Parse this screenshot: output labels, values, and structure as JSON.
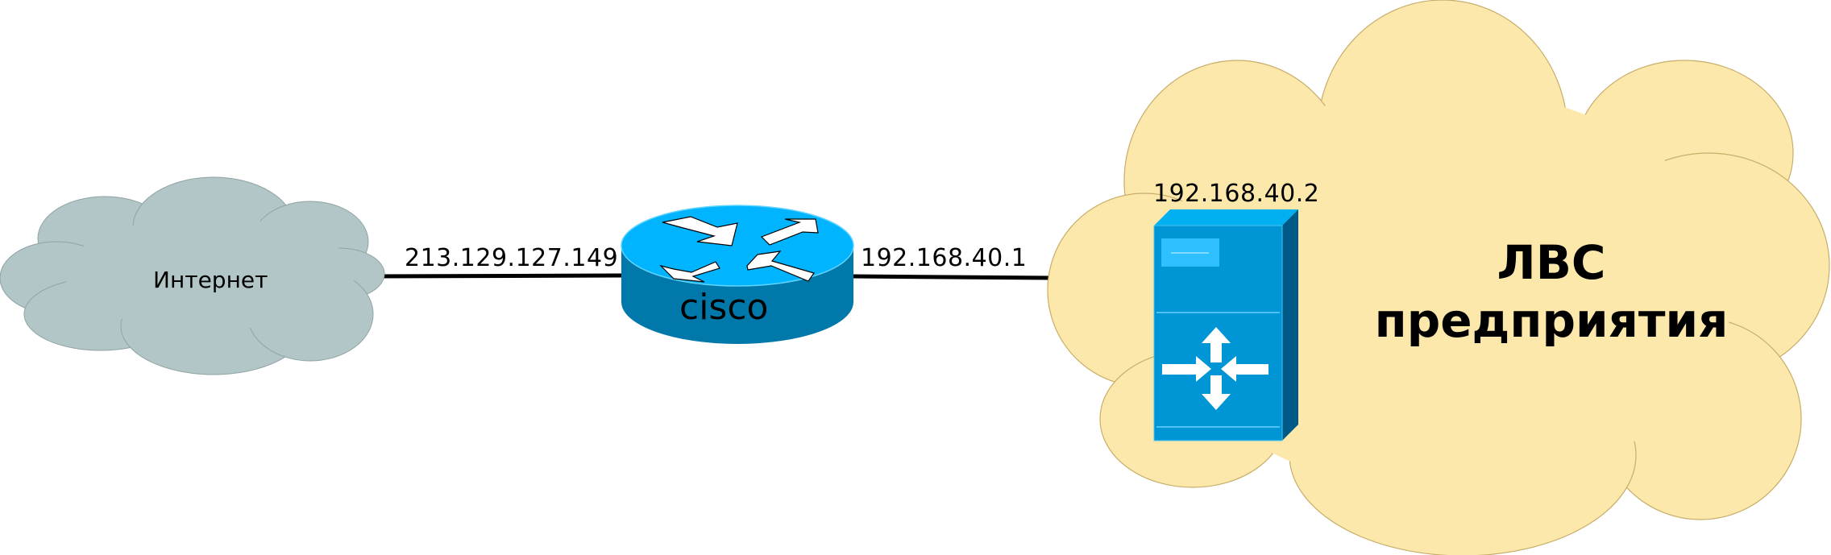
{
  "diagram": {
    "title": "Network topology: Internet to enterprise LAN",
    "nodes": {
      "internet": {
        "label": "Интернет",
        "icon": "cloud-icon",
        "fill": "#b3c6c7"
      },
      "router": {
        "label": "cisco",
        "icon": "router-icon",
        "top_color": "#00b4ff",
        "side_color": "#0079aa"
      },
      "lan": {
        "label_line1": "ЛВС",
        "label_line2": "предприятия",
        "icon": "cloud-icon",
        "fill": "#fde8ab"
      },
      "switch": {
        "icon": "layer3-switch-icon",
        "ip": "192.168.40.2",
        "front_color": "#0095d4",
        "top_color": "#00b0f0",
        "side_color": "#005a87"
      }
    },
    "links": [
      {
        "from": "internet",
        "to": "router",
        "label": "213.129.127.149"
      },
      {
        "from": "router",
        "to": "lan",
        "label": "192.168.40.1"
      }
    ]
  }
}
